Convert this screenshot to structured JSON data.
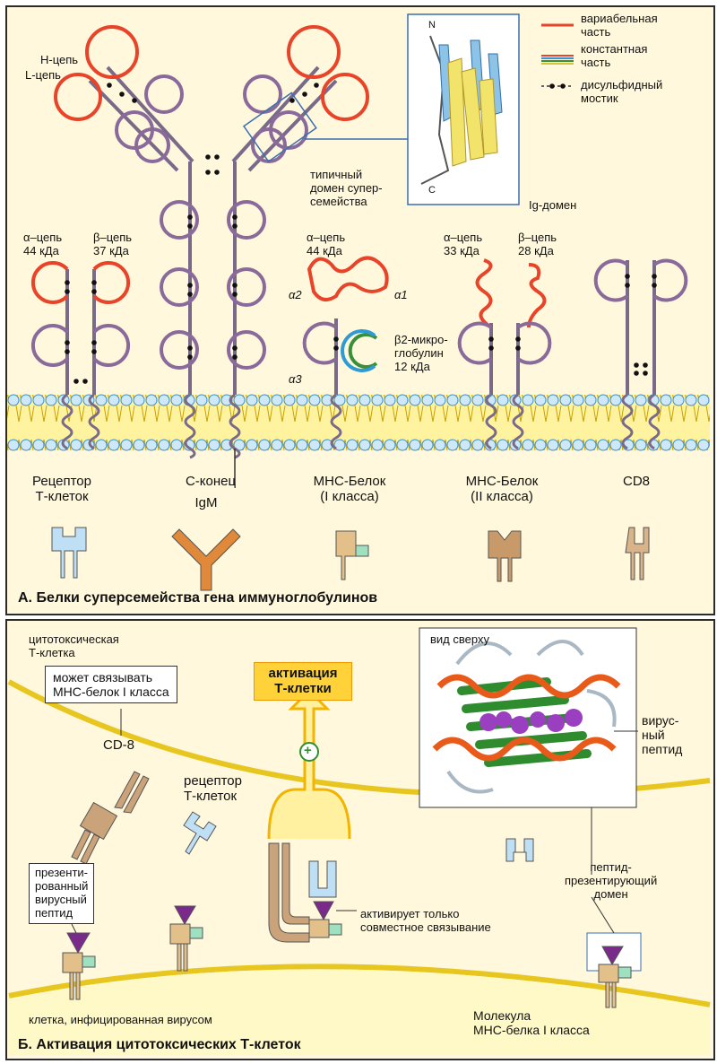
{
  "legend": {
    "variable": "вариабельная\nчасть",
    "constant": "константная\nчасть",
    "disulfide": "дисульфидный\nмостик",
    "variable_color": "#e8442a",
    "constant_colors": [
      "#e8442a",
      "#2f9bd6",
      "#3a8f3a",
      "#d8c23a"
    ]
  },
  "panelA": {
    "caption": "А. Белки суперсемейства гена иммуноглобулинов",
    "h_chain": "Н-цепь",
    "l_chain": "L-цепь",
    "domain_note": "типичный\nдомен супер-\nсемейства",
    "ig_domain": "Ig-домен",
    "ig_n": "N",
    "ig_c": "C",
    "tcr_alpha": "α–цепь\n44 кДа",
    "tcr_beta": "β–цепь\n37 кДа",
    "mhc1_alpha": "α–цепь\n44 кДа",
    "alpha1": "α1",
    "alpha2": "α2",
    "alpha3": "α3",
    "b2m": "β2-микро-\nглобулин\n12 кДа",
    "mhc2_alpha": "α–цепь\n33 кДа",
    "mhc2_beta": "β–цепь\n28 кДа",
    "lbl_tcr": "Рецептор\nТ-клеток",
    "lbl_cterm": "С-конец",
    "lbl_igm": "IgM",
    "lbl_mhc1": "МНС-Белок\n(I класса)",
    "lbl_mhc2": "МНС-Белок\n(II класса)",
    "lbl_cd8": "CD8"
  },
  "panelB": {
    "caption": "Б. Активация цитотоксических Т-клеток",
    "ctl": "цитотоксическая\nТ-клетка",
    "can_bind": "может связывать\nМНС-белок I класса",
    "activation": "активация\nТ-клетки",
    "plus": "+",
    "cd8": "CD-8",
    "tcr": "рецептор\nТ-клеток",
    "top_view": "вид сверху",
    "viral_peptide": "вирус-\nный\nпептид",
    "presented": "презенти-\nрованный\nвирусный\nпептид",
    "coactivation": "активирует только\nсовместное связывание",
    "peptide_domain": "пептид-\nпрезентирующий\nдомен",
    "infected": "клетка, инфицированная вирусом",
    "mhc_molecule": "Молекула\nМНС-белка I класса"
  }
}
